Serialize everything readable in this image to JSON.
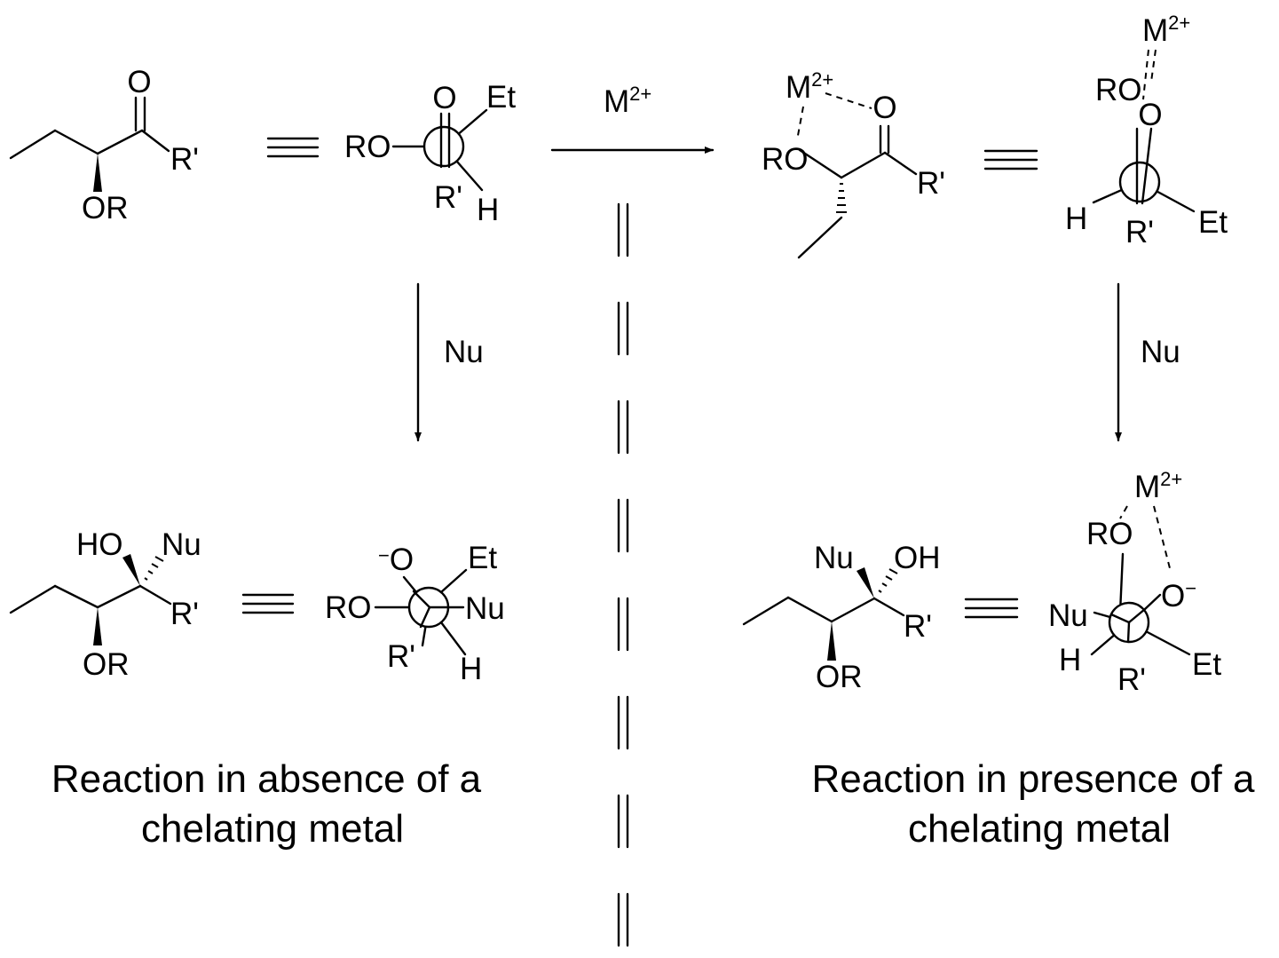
{
  "arrows": {
    "metal": "M",
    "metal_charge": "2+",
    "nucleophile_left": "Nu",
    "nucleophile_right": "Nu"
  },
  "atoms": {
    "O": "O",
    "RO": "RO",
    "OR": "OR",
    "R_prime": "R'",
    "Et": "Et",
    "H": "H",
    "Nu": "Nu",
    "HO": "HO",
    "OH": "OH",
    "O_minus_sign": "−",
    "M": "M",
    "charge": "2+"
  },
  "captions": {
    "left_line1": "Reaction in absence of a",
    "left_line2": "chelating metal",
    "right_line1": "Reaction in presence of a",
    "right_line2": "chelating metal"
  }
}
